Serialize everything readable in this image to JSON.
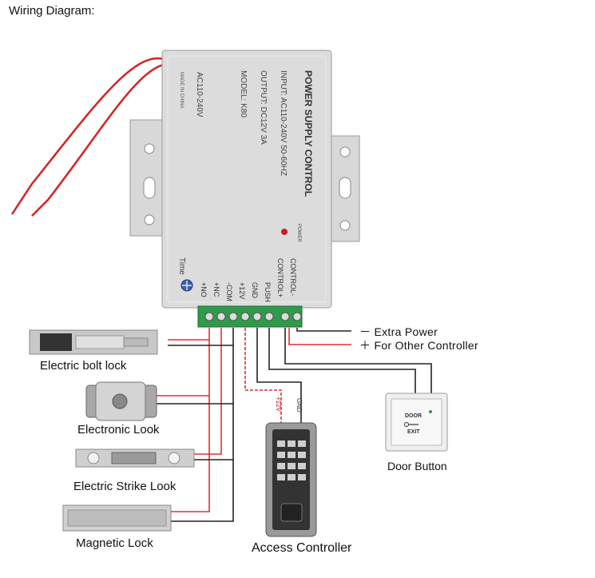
{
  "title": "Wiring Diagram:",
  "power_supply": {
    "heading": "POWER SUPPLY CONTROL",
    "input": "INPUT: AC110-240V 50-60HZ",
    "output": "OUTPUT: DC12V 3A",
    "model": "MODEL: K80",
    "ac": "AC110-240V",
    "made_in": "MADE IN CHINA",
    "power_led": "POWER",
    "time": "Time"
  },
  "terminals": [
    "+NO",
    "+NC",
    "-COM",
    "+12V",
    "GND",
    "PUSH",
    "CONTROL+",
    "CONTROL-"
  ],
  "devices": {
    "bolt_lock": "Electric bolt lock",
    "electronic_lock": "Electronic Look",
    "strike_lock": "Electric Strike Look",
    "magnetic_lock": "Magnetic Lock",
    "access_controller": "Access Controller",
    "door_button": "Door Button"
  },
  "door_button_face": {
    "top": "DOOR",
    "bottom": "EXIT"
  },
  "wire_labels": {
    "plus12v": "+12V",
    "gnd": "GND"
  },
  "extra_power": "－ Extra Power",
  "other_controller": "＋ For Other Controller",
  "colors": {
    "red_wire": "#e03030",
    "black_wire": "#222222",
    "terminal_green": "#2f9a4a",
    "case": "#dcdcdc"
  }
}
